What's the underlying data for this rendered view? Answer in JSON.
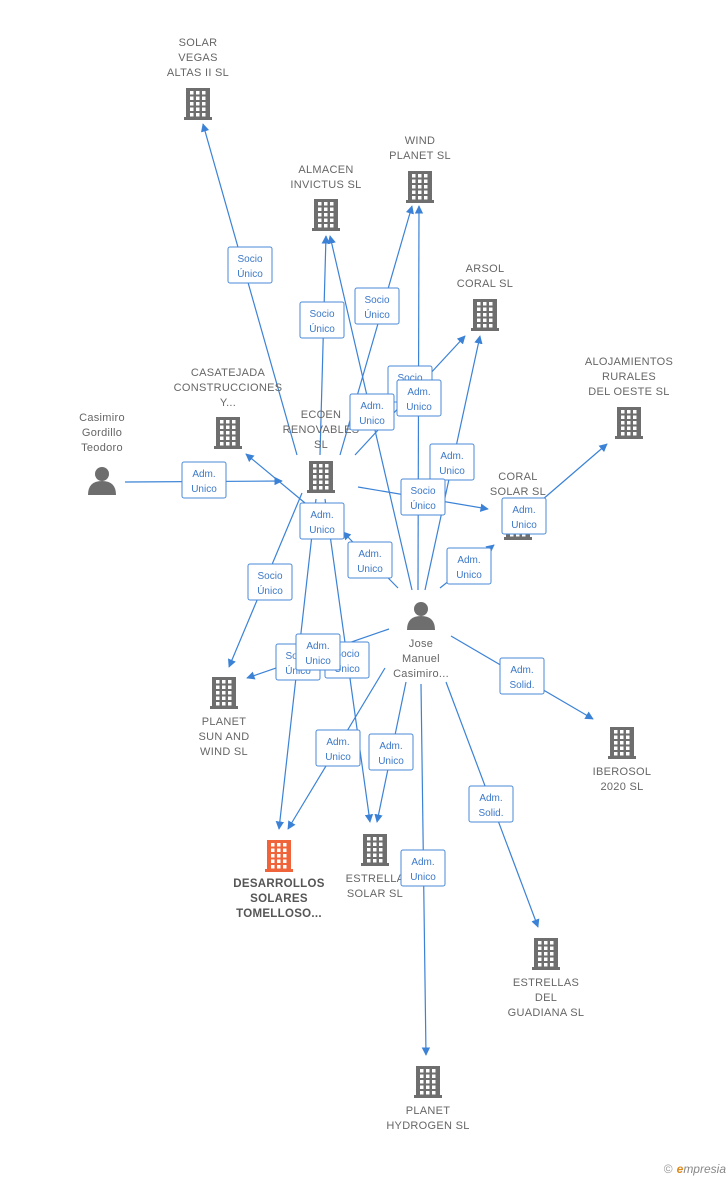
{
  "colors": {
    "edge": "#3b82d6",
    "label_box_border": "#4a8ad8",
    "label_text": "#3b78c8",
    "company_icon": "#6e6e6e",
    "focus_company_icon": "#f0643c",
    "person_icon": "#6e6e6e",
    "node_label": "#666666"
  },
  "nodes": [
    {
      "id": "solar_vegas",
      "type": "company",
      "label": [
        "SOLAR",
        "VEGAS",
        "ALTAS II  SL"
      ]
    },
    {
      "id": "wind_planet",
      "type": "company",
      "label": [
        "WIND",
        "PLANET  SL"
      ]
    },
    {
      "id": "almacen",
      "type": "company",
      "label": [
        "ALMACEN",
        "INVICTUS  SL"
      ]
    },
    {
      "id": "arsol",
      "type": "company",
      "label": [
        "ARSOL",
        "CORAL  SL"
      ]
    },
    {
      "id": "alojamientos",
      "type": "company",
      "label": [
        "ALOJAMIENTOS",
        "RURALES",
        "DEL OESTE SL"
      ]
    },
    {
      "id": "casatejada",
      "type": "company",
      "label": [
        "CASATEJADA",
        "CONSTRUCCIONES",
        "Y..."
      ]
    },
    {
      "id": "casimiro_gordillo",
      "type": "person",
      "label": [
        "Casimiro",
        "Gordillo",
        "Teodoro"
      ]
    },
    {
      "id": "ecoen",
      "type": "company",
      "label": [
        "ECOEN",
        "RENOVABLES",
        "SL"
      ]
    },
    {
      "id": "coral_solar",
      "type": "company",
      "label": [
        "CORAL",
        "SOLAR  SL"
      ]
    },
    {
      "id": "jose_manuel",
      "type": "person",
      "label": [
        "Jose",
        "Manuel",
        "Casimiro..."
      ]
    },
    {
      "id": "planet_sun",
      "type": "company",
      "label": [
        "PLANET",
        "SUN AND",
        "WIND  SL"
      ]
    },
    {
      "id": "iberosol",
      "type": "company",
      "label": [
        "IBEROSOL",
        "2020  SL"
      ]
    },
    {
      "id": "desarrollos",
      "type": "company",
      "focus": true,
      "label": [
        "DESARROLLOS",
        "SOLARES",
        "TOMELLOSO..."
      ]
    },
    {
      "id": "estrella_solar",
      "type": "company",
      "label": [
        "ESTRELLA",
        "SOLAR  SL"
      ]
    },
    {
      "id": "estrellas_guadiana",
      "type": "company",
      "label": [
        "ESTRELLAS",
        "DEL",
        "GUADIANA  SL"
      ]
    },
    {
      "id": "planet_hydrogen",
      "type": "company",
      "label": [
        "PLANET",
        "HYDROGEN  SL"
      ]
    }
  ],
  "edges": [
    {
      "from": "ecoen",
      "to": "solar_vegas",
      "label": [
        "Socio",
        "Único"
      ]
    },
    {
      "from": "ecoen",
      "to": "almacen",
      "label": [
        "Socio",
        "Único"
      ]
    },
    {
      "from": "ecoen",
      "to": "wind_planet",
      "label": [
        "Socio",
        "Único"
      ]
    },
    {
      "from": "ecoen",
      "to": "arsol",
      "label": [
        "Socio",
        "Único"
      ]
    },
    {
      "from": "jose_manuel",
      "to": "almacen",
      "label": [
        "Adm.",
        "Unico"
      ]
    },
    {
      "from": "jose_manuel",
      "to": "wind_planet",
      "label": [
        "Adm.",
        "Unico"
      ]
    },
    {
      "from": "jose_manuel",
      "to": "arsol",
      "label": [
        "Adm.",
        "Unico"
      ]
    },
    {
      "from": "casimiro_gordillo",
      "to": "ecoen",
      "label": [
        "Adm.",
        "Unico"
      ]
    },
    {
      "from": "ecoen",
      "to": "casatejada",
      "label": [
        "Adm.",
        "Unico"
      ]
    },
    {
      "from": "ecoen",
      "to": "coral_solar",
      "label": [
        "Socio",
        "Único"
      ]
    },
    {
      "from": "coral_solar",
      "to": "alojamientos",
      "label": [
        "Adm.",
        "Unico"
      ]
    },
    {
      "from": "jose_manuel",
      "to": "coral_solar",
      "label": [
        "Adm.",
        "Unico"
      ]
    },
    {
      "from": "ecoen",
      "to": "planet_sun",
      "label": [
        "Socio",
        "Único"
      ]
    },
    {
      "from": "ecoen",
      "to": "desarrollos",
      "label": [
        "Socio",
        "Único"
      ]
    },
    {
      "from": "ecoen",
      "to": "estrella_solar",
      "label": [
        "Socio",
        "Único"
      ]
    },
    {
      "from": "jose_manuel",
      "to": "planet_sun",
      "label": [
        "Adm.",
        "Unico"
      ]
    },
    {
      "from": "jose_manuel",
      "to": "iberosol",
      "label": [
        "Adm.",
        "Solid."
      ]
    },
    {
      "from": "jose_manuel",
      "to": "desarrollos",
      "label": [
        "Adm.",
        "Unico"
      ]
    },
    {
      "from": "jose_manuel",
      "to": "estrella_solar",
      "label": [
        "Adm.",
        "Unico"
      ]
    },
    {
      "from": "jose_manuel",
      "to": "estrellas_guadiana",
      "label": [
        "Adm.",
        "Solid."
      ]
    },
    {
      "from": "jose_manuel",
      "to": "planet_hydrogen",
      "label": [
        "Adm.",
        "Unico"
      ]
    },
    {
      "from": "jose_manuel",
      "to": "ecoen",
      "label": [
        "Adm.",
        "Unico"
      ]
    }
  ],
  "brand": {
    "copyright": "©",
    "initial": "e",
    "name": "mpresia"
  }
}
